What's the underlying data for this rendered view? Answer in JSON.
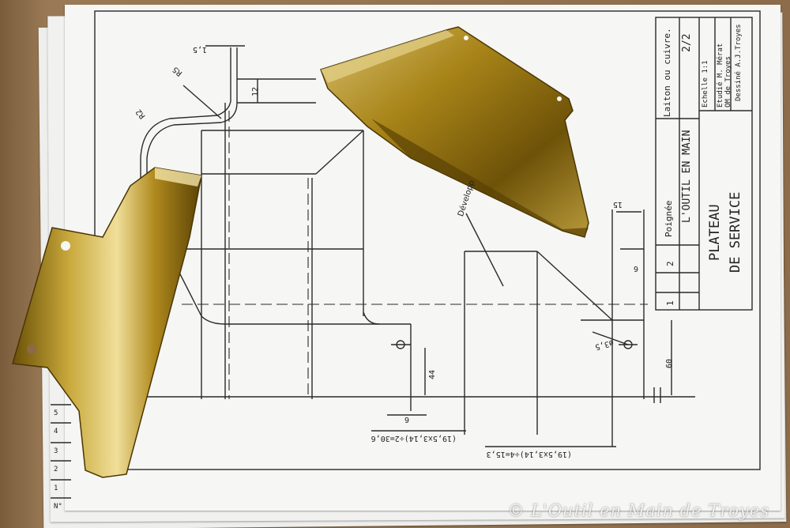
{
  "title_block": {
    "material": "Laiton ou cuivre.",
    "sheet": "2/2",
    "school": "L'OUTIL EN MAIN",
    "scale": "Echelle 1:1",
    "study": "Etudié M. Mérat",
    "om": "OM de Troyes",
    "drawn": "Dessiné A.J.Troyes",
    "part": "Poignée",
    "project_line1": "PLATEAU",
    "project_line2": "DE SERVICE",
    "row1": "1",
    "row2": "2"
  },
  "dimensions": {
    "d15_top": "1,5",
    "r5": "R5",
    "r2": "R2",
    "d12": "12",
    "d15b": "15",
    "d6": "6",
    "d44": "44",
    "d6b": "6",
    "d60": "60",
    "phi": "ø3,5",
    "dev": "Développ",
    "formula1": "(19,5x3,14)÷2=30,6",
    "formula2": "(19,5x3,14)÷4=15,3"
  },
  "bottom_rows": [
    "5",
    "4",
    "3",
    "2",
    "1",
    "N°"
  ],
  "watermark": "© L'Outil en Main de Troyes",
  "colors": {
    "paper": "#f6f6f4",
    "brass": "#b08a1e",
    "wood": "#8a6a48"
  }
}
